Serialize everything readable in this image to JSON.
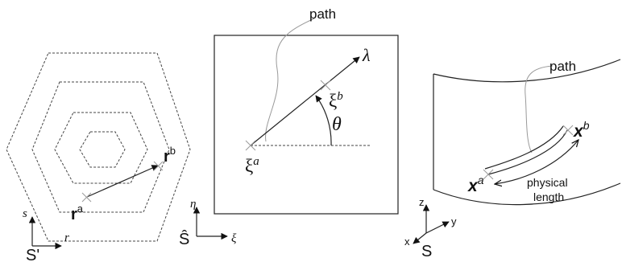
{
  "panels": {
    "left": {
      "point_a": {
        "base": "r",
        "sup": "a"
      },
      "point_b": {
        "base": "r",
        "sup": "b"
      },
      "axis_s": "s",
      "axis_r": "r",
      "frame": "S'"
    },
    "middle": {
      "path_label": "path",
      "point_a": {
        "base": "ξ",
        "sup": "a"
      },
      "point_b": {
        "base": "ξ",
        "sup": "b"
      },
      "direction": "λ",
      "angle": "θ",
      "axis_eta": "η",
      "axis_xi": "ξ",
      "frame": "Ŝ"
    },
    "right": {
      "path_label": "path",
      "point_a": {
        "base": "x",
        "sup": "a"
      },
      "point_b": {
        "base": "x",
        "sup": "b"
      },
      "length_label_1": "physical",
      "length_label_2": "length",
      "axis_z": "z",
      "axis_y": "y",
      "axis_x": "x",
      "frame": "S"
    }
  }
}
